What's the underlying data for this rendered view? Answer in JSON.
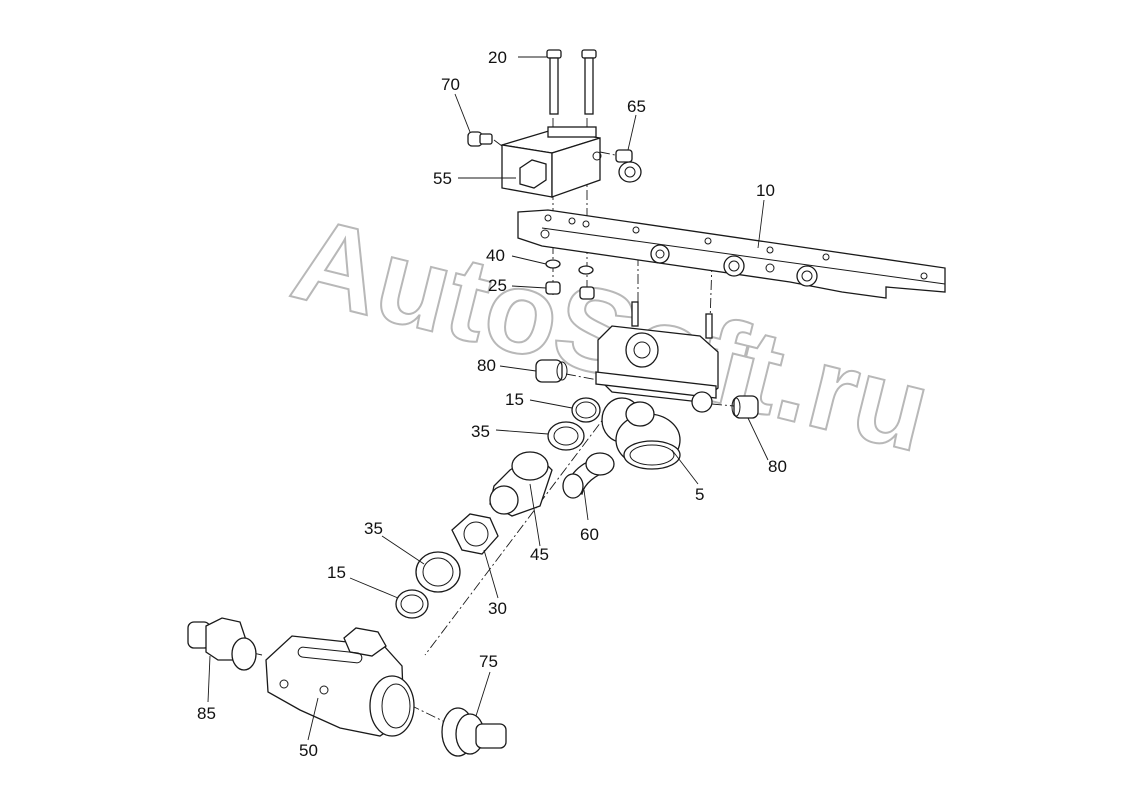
{
  "watermark": "AutoSoft.ru",
  "callouts": [
    {
      "id": "20",
      "label": "20"
    },
    {
      "id": "70",
      "label": "70"
    },
    {
      "id": "65",
      "label": "65"
    },
    {
      "id": "55",
      "label": "55"
    },
    {
      "id": "10",
      "label": "10"
    },
    {
      "id": "40",
      "label": "40"
    },
    {
      "id": "25",
      "label": "25"
    },
    {
      "id": "80a",
      "label": "80"
    },
    {
      "id": "15a",
      "label": "15"
    },
    {
      "id": "35a",
      "label": "35"
    },
    {
      "id": "80b",
      "label": "80"
    },
    {
      "id": "5",
      "label": "5"
    },
    {
      "id": "45",
      "label": "45"
    },
    {
      "id": "60",
      "label": "60"
    },
    {
      "id": "35b",
      "label": "35"
    },
    {
      "id": "30",
      "label": "30"
    },
    {
      "id": "15b",
      "label": "15"
    },
    {
      "id": "75",
      "label": "75"
    },
    {
      "id": "85",
      "label": "85"
    },
    {
      "id": "50",
      "label": "50"
    }
  ]
}
